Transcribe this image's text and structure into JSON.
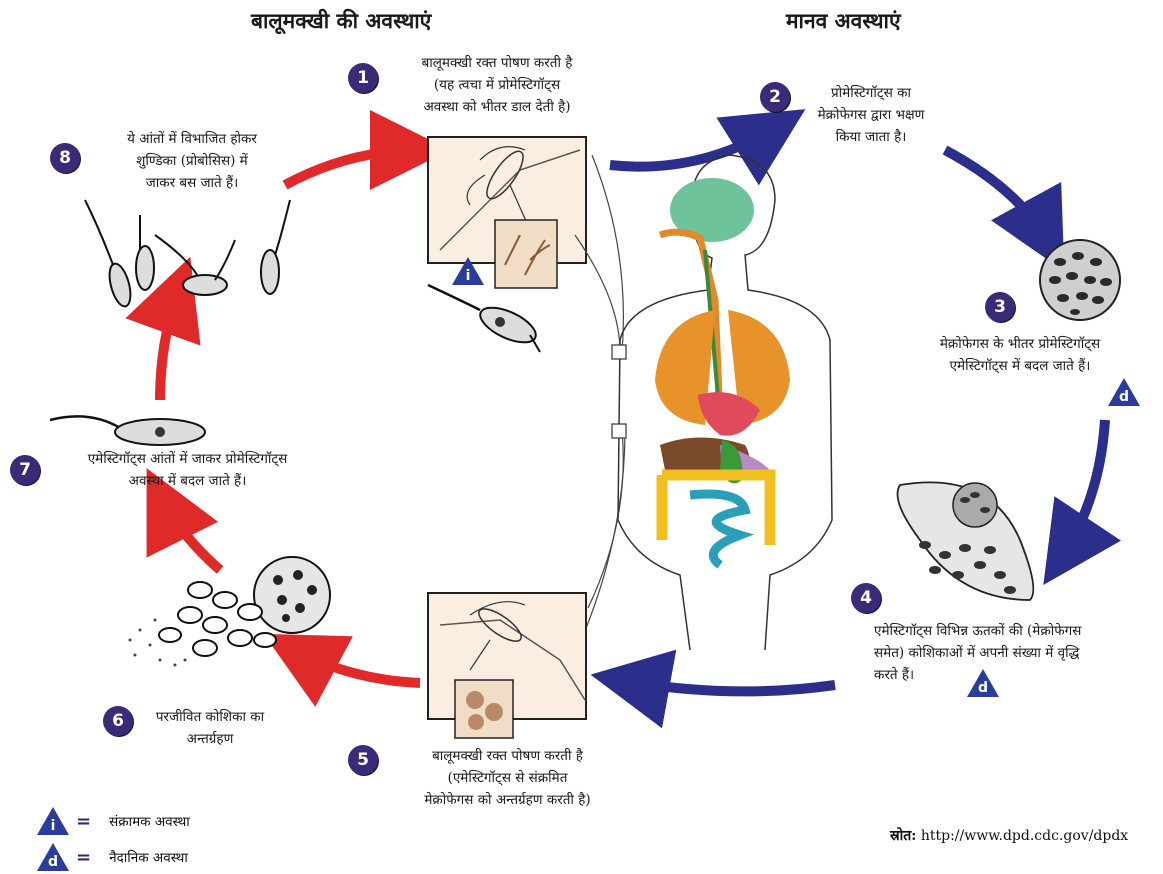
{
  "headers": {
    "sandfly_stages": "बालूमक्खी की अवस्थाएं",
    "human_stages": "मानव अवस्थाएं"
  },
  "steps": [
    {
      "number": "1",
      "text": "बालूमक्खी रक्त पोषण करती है\n(यह त्वचा में प्रोमेस्टिगॉट्स\nअवस्था को भीतर डाल देती है)"
    },
    {
      "number": "2",
      "text": "प्रोमेस्टिगॉट्स का\nमेक्रोफेगस द्वारा भक्षण\nकिया जाता है।"
    },
    {
      "number": "3",
      "text": "मेक्रोफेगस के भीतर प्रोमेस्टिगॉट्स\nएमेस्टिगॉट्स में बदल जाते हैं।"
    },
    {
      "number": "4",
      "text": "एमेस्टिगॉट्स विभिन्न ऊतकों की (मेक्रोफेगस\nसमेत) कोशिकाओं में अपनी संख्या में वृद्धि\nकरते हैं।"
    },
    {
      "number": "5",
      "text": "बालूमक्खी रक्त पोषण करती है\n(एमेस्टिगॉट्स से संक्रमित\nमेक्रोफेगस को अन्तर्ग्रहण करती है)"
    },
    {
      "number": "6",
      "text": "परजीवित कोशिका का\nअन्तर्ग्रहण"
    },
    {
      "number": "7",
      "text": "एमेस्टिगॉट्स आंतों में जाकर प्रोमेस्टिगॉट्स\nअवस्था में बदल जाते हैं।"
    },
    {
      "number": "8",
      "text": "ये आंतों में विभाजित होकर\nशुण्डिका (प्रोबोसिस) में\nजाकर बस जाते हैं।"
    }
  ],
  "markers": {
    "infective": "i",
    "diagnostic": "d"
  },
  "legend": {
    "equals": "=",
    "infective_label": "संक्रामक अवस्था",
    "diagnostic_label": "नैदानिक अवस्था"
  },
  "source": {
    "label": "स्रोत:",
    "url": "http://www.dpd.cdc.gov/dpdx"
  },
  "colors": {
    "sandfly_arrows": "#e02a2a",
    "human_arrows": "#2b2e8a",
    "step_badge": "#3a2a78",
    "marker": "#2a3d9a"
  }
}
